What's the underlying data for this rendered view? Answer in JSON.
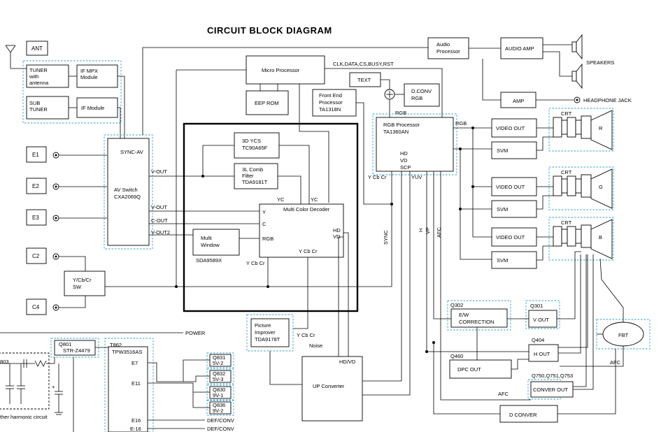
{
  "title": "CIRCUIT BLOCK DIAGRAM",
  "inputs": {
    "ant": "ANT",
    "e1": "E1",
    "e2": "E2",
    "e3": "E3",
    "c2": "C2",
    "c4": "C4"
  },
  "tuner": {
    "l1": "TUNER",
    "l2": "with",
    "l3": "antenna"
  },
  "if_mpx": {
    "l1": "IF MPX",
    "l2": "Module"
  },
  "sub_tuner": {
    "l1": "SUB",
    "l2": "TUNER"
  },
  "if_module": "IF Module",
  "av_switch": {
    "sync": "SYNC-AV",
    "vout": "V-OUT",
    "l1": "AV Switch",
    "l2": "CXA2069Q",
    "vout_b": "V-OUT",
    "cout": "C-OUT",
    "vout2": "V-OUT2"
  },
  "micro": "Micro Processor",
  "eep": "EEP ROM",
  "bus_label": "CLK,DATA,CS,BUSY,RST",
  "text_box": "TEXT",
  "dconv": {
    "l1": "D.CONV",
    "l2": "RGB"
  },
  "front_end": {
    "l1": "Front End",
    "l2": "Processor",
    "l3": "TA1318N"
  },
  "rgb_proc": {
    "l1": "RGB Processor",
    "l2": "TA1360AN",
    "hd": "HD",
    "vd": "VD",
    "scp": "SCP",
    "rgb_in": "RGB",
    "rgb_out": "RGB",
    "ycbcr": "Y Cb Cr",
    "yuv": "YUV"
  },
  "ycs": {
    "l1": "3D YCS",
    "l2": "TC90A65F"
  },
  "comb": {
    "l1": "3L Comb",
    "l2": "Filter",
    "l3": "TDA9181T"
  },
  "decoder": {
    "l1": "Multi Color Decoder",
    "y": "Y",
    "c": "C",
    "rgb": "RGB",
    "hd": "HD",
    "vd": "VD",
    "ycbcr": "Y Cb Cr",
    "yc1": "YC",
    "yc2": "YC"
  },
  "multiwin": {
    "l1": "Multi",
    "l2": "Window",
    "chip": "SDA9589X"
  },
  "ycbcr_sw": {
    "l1": "Y/Cb/Cr",
    "l2": "SW"
  },
  "ycbcr_lbl": "Y Cb Cr",
  "picture": {
    "l1": "Picture",
    "l2": "Improver",
    "l3": "TDA9178T"
  },
  "pic_ycbcr": "Y Cb Cr",
  "noise": "Noise",
  "up_conv": {
    "l1": "UP Converter",
    "hdvd": "HD/VD"
  },
  "sync": "SYNC",
  "h": "H",
  "vp": "VP",
  "afc": "AFC",
  "audio": {
    "l1": "Audio",
    "l2": "Processor"
  },
  "audio_amp": "AUDIO AMP",
  "speakers": "SPEAKERS",
  "amp": "AMP",
  "headphone": "HEADPHONE JACK",
  "crt": [
    "CRT",
    "CRT",
    "CRT"
  ],
  "crt_gun": [
    "R",
    "G",
    "B"
  ],
  "video_out": [
    "VIDEO OUT",
    "VIDEO OUT",
    "VIDEO OUT"
  ],
  "svm": [
    "SVM",
    "SVM",
    "SVM"
  ],
  "q302": "Q302",
  "ew": {
    "l1": "E/W",
    "l2": "CORRECTION"
  },
  "q301": "Q301",
  "vout": "V OUT",
  "q404": "Q404",
  "hout": "H OUT",
  "q460": "Q460",
  "dpc": "DPC OUT",
  "fbt": "FBT",
  "fbt_afc": "AFC",
  "q750": "Q750,Q751,Q753",
  "conver": "CONVER OUT",
  "conv_afc": "AFC",
  "dconver": "D CONVER",
  "power": "POWER",
  "q801": {
    "l1": "Q801",
    "l2": "STR-Z4479"
  },
  "t862": {
    "l1": "T862",
    "l2": "TPW3516AS"
  },
  "taps": [
    "E7",
    "E11",
    "E16",
    "E-16"
  ],
  "regs": [
    {
      "q": "Q831",
      "v": "5V-2"
    },
    {
      "q": "Q832",
      "v": "5V-3"
    },
    {
      "q": "Q830",
      "v": "9V-1"
    },
    {
      "q": "Q836",
      "v": "9V-2"
    }
  ],
  "defconv": [
    "DEF/CONV",
    "DEF/CONV"
  ],
  "b603": "803",
  "harmonic": "ther harmonic circuit"
}
